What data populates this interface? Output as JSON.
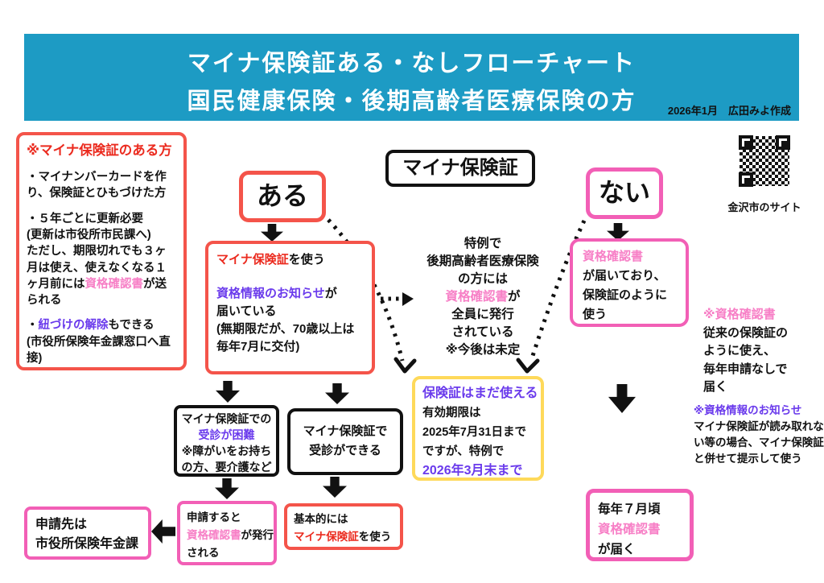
{
  "header": {
    "title_line1": "マイナ保険証ある・なしフローチャート",
    "title_line2": "国民健康保険・後期高齢者医療保険の方",
    "credit": "2026年1月　広田みよ作成",
    "bg_color": "#1D9BC4"
  },
  "colors": {
    "red_text": "#EB2A1E",
    "red_border": "#F4544A",
    "pink_border": "#F25FB6",
    "pink_text": "#F77FC6",
    "purple_text": "#6A3AEC",
    "yellow_border": "#FED95A",
    "black": "#111111"
  },
  "left_panel": {
    "title": "※マイナ保険証のある方",
    "item1": "・マイナンバーカードを作り、保険証とひもづけた方",
    "item2_line1": "・５年ごとに更新必要",
    "item2_line2": "(更新は市役所市民課へ)",
    "item2_line3_pre": "ただし、期限切れでも３ヶ月は使え、使えなくなる１ヶ月前には",
    "item2_line3_highlight": "資格確認書",
    "item2_line3_post": "が送られる",
    "item3_pre": "・",
    "item3_highlight": "紐づけの解除",
    "item3_post": "もできる",
    "item4": "(市役所保険年金課窓口へ直接)"
  },
  "top": {
    "myna_label": "マイナ保険証",
    "aru_label": "ある",
    "nai_label": "ない",
    "qr_caption": "金沢市のサイト"
  },
  "aru_flow": {
    "use_box": {
      "line1_highlight": "マイナ保険証",
      "line1_post": "を使う",
      "line2_highlight": "資格情報のお知らせ",
      "line2_post": "が",
      "line3": "届いている",
      "line4": "(無期限だが、70歳以上は",
      "line5": "毎年7月に交付)"
    },
    "difficult_box": {
      "line1": "マイナ保険証での",
      "line2": "受診が困難",
      "line3": "※障がいをお持ち",
      "line4": "の方、要介護など"
    },
    "ok_box": {
      "line1": "マイナ保険証で",
      "line2": "受診ができる"
    },
    "apply_box": {
      "line1": "申請すると",
      "line2_highlight": "資格確認書",
      "line2_post": "が発行",
      "line3": "される"
    },
    "basic_box": {
      "line1": "基本的には",
      "line2_highlight": "マイナ保険証",
      "line2_post": "を使う"
    },
    "office_box": {
      "line1": "申請先は",
      "line2": "市役所保険年金課"
    }
  },
  "center": {
    "tokurei": {
      "l1": "特例で",
      "l2": "後期高齢者医療保険",
      "l3": "の方には",
      "l4_highlight": "資格確認書",
      "l4_post": "が",
      "l5": "全員に発行",
      "l6": "されている",
      "l7": "※今後は未定"
    },
    "yellow_box": {
      "l1": "保険証はまだ使える",
      "l2": "有効期限は",
      "l3": "2025年7月31日まで",
      "l4": "ですが、特例で",
      "l5": "2026年3月末まで"
    }
  },
  "nai_flow": {
    "received_box": {
      "l1": "資格確認書",
      "l2": "が届いており、",
      "l3": "保険証のように",
      "l4": "使う"
    },
    "yearly_box": {
      "l1": "毎年７月頃",
      "l2": "資格確認書",
      "l3": "が届く"
    },
    "note1": {
      "title": "※資格確認書",
      "l1": "従来の保険証の",
      "l2": "ように使え、",
      "l3": "毎年申請なしで",
      "l4": "届く"
    },
    "note2": {
      "title": "※資格情報のお知らせ",
      "body": "マイナ保険証が読み取れない等の場合、マイナ保険証と併せて提示して使う"
    }
  }
}
